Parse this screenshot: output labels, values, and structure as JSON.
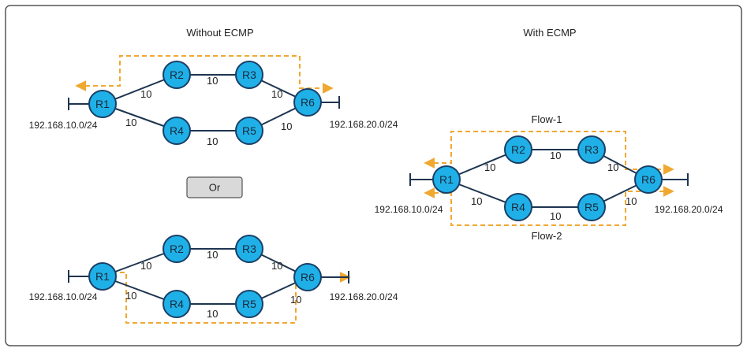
{
  "titles": {
    "without_ecmp": "Without ECMP",
    "with_ecmp": "With ECMP"
  },
  "or_label": "Or",
  "flows": {
    "flow1": "Flow-1",
    "flow2": "Flow-2"
  },
  "routers": {
    "r1": "R1",
    "r2": "R2",
    "r3": "R3",
    "r4": "R4",
    "r5": "R5",
    "r6": "R6"
  },
  "subnets": {
    "left": "192.168.10.0/24",
    "right": "192.168.20.0/24"
  },
  "link_cost": "10",
  "colors": {
    "router_fill": "#1fb0e8",
    "router_stroke": "#1a3f66",
    "link": "#1e3550",
    "path": "#f0a830",
    "or_button": "#d9d9d9",
    "frame": "#555555"
  }
}
